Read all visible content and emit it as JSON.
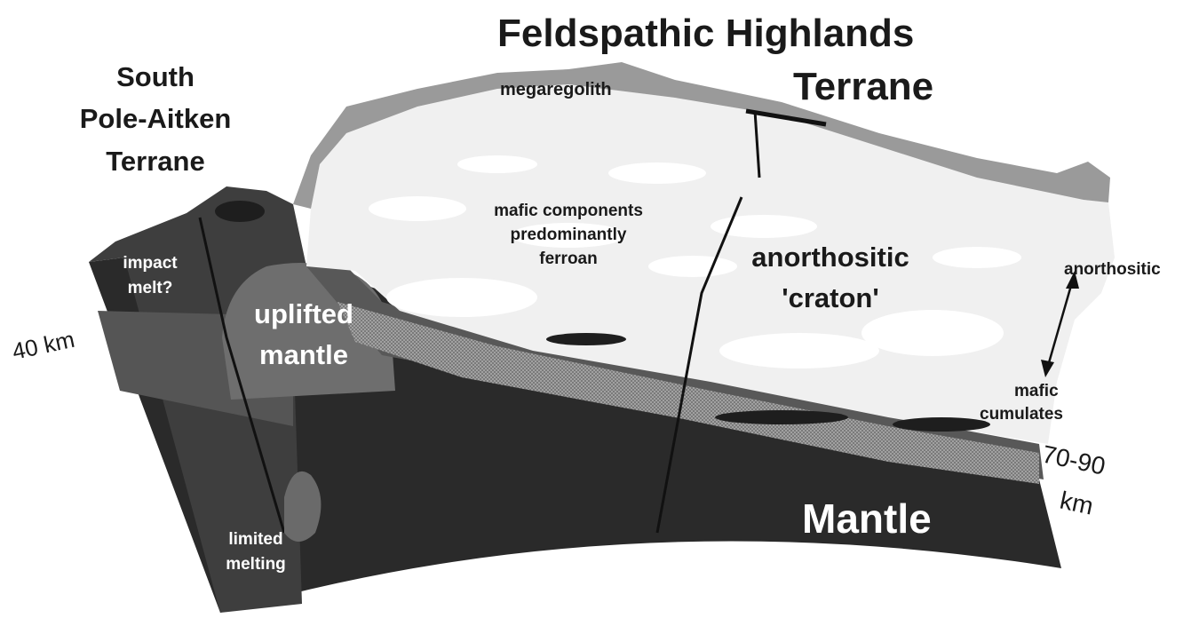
{
  "labels": {
    "fht_title_line1": "Feldspathic Highlands",
    "fht_title_line2": "Terrane",
    "spa_line1": "South",
    "spa_line2": "Pole-Aitken",
    "spa_line3": "Terrane",
    "megaregolith": "megaregolith",
    "mafic_line1": "mafic components",
    "mafic_line2": "predominantly",
    "mafic_line3": "ferroan",
    "craton_line1": "anorthositic",
    "craton_line2": "'craton'",
    "anorthositic_side": "anorthositic",
    "mafic_cumulates_line1": "mafic",
    "mafic_cumulates_line2": "cumulates",
    "impact_melt_line1": "impact",
    "impact_melt_line2": "melt?",
    "uplifted_line1": "uplifted",
    "uplifted_line2": "mantle",
    "depth_40": "40 km",
    "depth_7090_line1": "70-90",
    "depth_7090_line2": "km",
    "mantle": "Mantle",
    "limited_line1": "limited",
    "limited_line2": "melting"
  },
  "colors": {
    "mantle": "#2a2a2a",
    "crust_lower": "#585858",
    "crust_upper": "#f2f2f2",
    "megaregolith": "#9a9a9a",
    "spa_crust": "#4a4a4a"
  }
}
